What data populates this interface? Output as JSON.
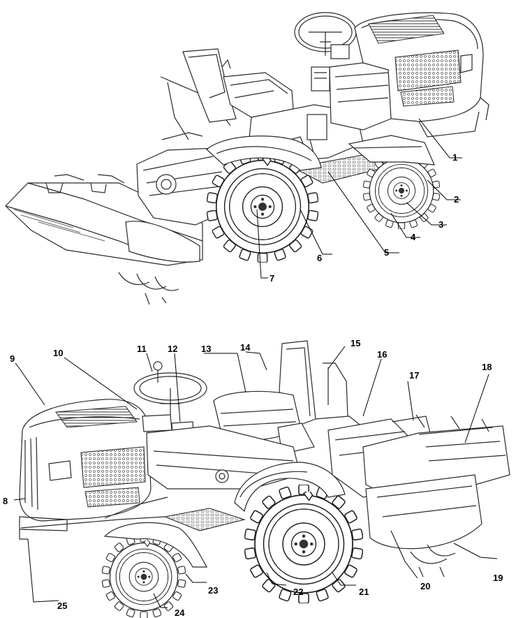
{
  "figure": {
    "top_view": {
      "callouts": [
        "1",
        "2",
        "3",
        "4",
        "5",
        "6",
        "7"
      ]
    },
    "bottom_view": {
      "callouts": [
        "8",
        "9",
        "10",
        "11",
        "12",
        "13",
        "14",
        "15",
        "16",
        "17",
        "18",
        "19",
        "20",
        "21",
        "22",
        "23",
        "24",
        "25"
      ]
    }
  }
}
